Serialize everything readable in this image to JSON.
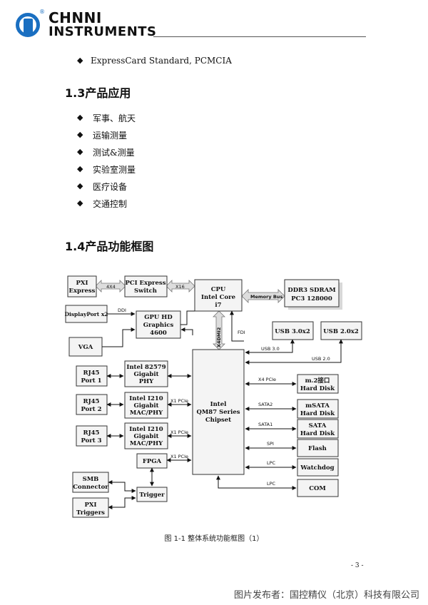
{
  "header": {
    "brand_line1": "CHNNI",
    "brand_line2": "INSTRUMENTS",
    "registered_mark": "®"
  },
  "intro_bullet": "ExpressCard Standard, PCMCIA",
  "bullet_symbol": "◆",
  "section_13": {
    "title": "1.3产品应用",
    "items": [
      "军事、航天",
      "运输测量",
      "测试&测量",
      "实验室测量",
      "医疗设备",
      "交通控制"
    ]
  },
  "section_14": {
    "title": "1.4产品功能框图"
  },
  "diagram": {
    "pxi_express": [
      "PXI",
      "Express"
    ],
    "pci_express_switch": [
      "PCI Express",
      "Switch"
    ],
    "cpu": [
      "CPU",
      "Intel Core",
      "i7"
    ],
    "ddr3": [
      "DDR3 SDRAM",
      "PC3 128000"
    ],
    "displayport": "DisplayPort x2",
    "vga": "VGA",
    "gpu": [
      "GPU HD",
      "Graphics",
      "4600"
    ],
    "usb30": "USB 3.0x2",
    "usb20": "USB 2.0x2",
    "rj45_1": [
      "RJ45",
      "Port 1"
    ],
    "rj45_2": [
      "RJ45",
      "Port 2"
    ],
    "rj45_3": [
      "RJ45",
      "Port 3"
    ],
    "intel82579": [
      "Intel 82579",
      "Gigabit",
      "PHY"
    ],
    "i210_a": [
      "Intel I210",
      "Gigabit",
      "MAC/PHY"
    ],
    "i210_b": [
      "Intel I210",
      "Gigabit",
      "MAC/PHY"
    ],
    "chipset": [
      "Intel",
      "QM87 Series",
      "Chipset"
    ],
    "m2": [
      "m.2接口",
      "Hard Disk"
    ],
    "msata": [
      "mSATA",
      "Hard Disk"
    ],
    "sata": [
      "SATA",
      "Hard Disk"
    ],
    "flash": "Flash",
    "watchdog": "Watchdog",
    "com": "COM",
    "fpga": "FPGA",
    "smb": [
      "SMB",
      "Connector"
    ],
    "pxi_triggers": [
      "PXI",
      "Triggers"
    ],
    "trigger": "Trigger",
    "labels": {
      "x4x4": "4X4",
      "x16": "X16",
      "memory_bus": "Memory Bus",
      "ddi": "DDI",
      "x4dmi2": "X4DMI2",
      "fdi": "FDI",
      "usb30": "USB 3.0",
      "usb20": "USB 2.0",
      "x4pcie": "X4 PCIe",
      "x1pcie": "X1 PCIe",
      "sata2": "SATA2",
      "sata1": "SATA1",
      "spi": "SPI",
      "lpc": "LPC"
    }
  },
  "caption": "图 1-1   整体系统功能框图（1）",
  "page_number": "- 3 -",
  "footer_credit": "图片发布者：国控精仪（北京）科技有限公司"
}
